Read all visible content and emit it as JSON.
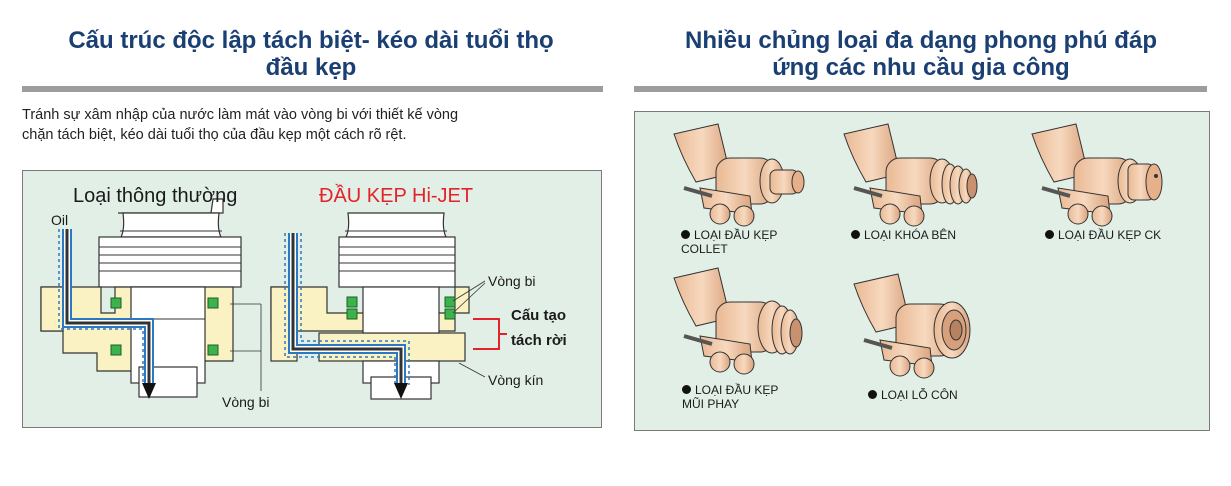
{
  "left_panel": {
    "title_line1": "Cấu trúc độc lập tách biệt- kéo dài tuổi thọ",
    "title_line2": "đầu kẹp",
    "description_line1": "Tránh sự xâm nhập của nước làm mát vào vòng bi với thiết kế vòng",
    "description_line2": "chặn tách biệt, kéo dài tuổi thọ của đầu kẹp một cách rõ rệt.",
    "diagram": {
      "label_conventional": "Loại thông thường",
      "label_hijet": "ĐẦU KẸP Hi-JET",
      "label_oil": "Oil",
      "label_bearing_top": "Vòng bi",
      "label_separate_1": "Cấu tạo",
      "label_separate_2": "tách rời",
      "label_seal": "Vòng kín",
      "label_bearing_bottom": "Vòng bi"
    }
  },
  "right_panel": {
    "title_line1": "Nhiều chủng loại đa dạng phong phú đáp",
    "title_line2": "ứng các nhu cầu gia công",
    "products": [
      {
        "line1": "LOẠI ĐẦU KẸP",
        "line2": "COLLET",
        "icon": "collet-chuck-holder-icon"
      },
      {
        "line1": "LOẠI KHÓA BÊN",
        "line2": "",
        "icon": "side-lock-holder-icon"
      },
      {
        "line1": "LOẠI ĐẦU KẸP CK",
        "line2": "",
        "icon": "ck-chuck-holder-icon"
      },
      {
        "line1": "LOẠI ĐẦU KẸP",
        "line2": "MŨI PHAY",
        "icon": "milling-chuck-holder-icon"
      },
      {
        "line1": "LOẠI LỖ CÔN",
        "line2": "",
        "icon": "taper-bore-holder-icon"
      }
    ]
  },
  "colors": {
    "title_blue": "#1a3f73",
    "panel_green": "#e2efe6",
    "housing_yellow": "#fbf2c3",
    "accent_red": "#e2232a",
    "holder_tan": "#f0c9a8"
  }
}
